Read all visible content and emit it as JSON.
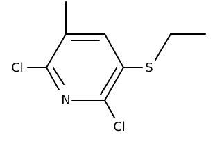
{
  "molecule": {
    "atoms": {
      "chlorine_left": "Cl",
      "nitrogen": "N",
      "chlorine_right": "Cl",
      "sulfur": "S"
    }
  }
}
